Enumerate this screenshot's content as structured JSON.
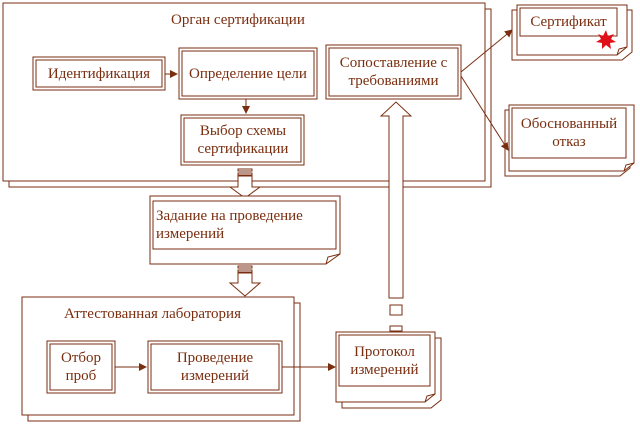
{
  "org": {
    "title": "Орган сертификации",
    "identification": "Идентификация",
    "goal": "Определение цели",
    "scheme": "Выбор схемы сертификации",
    "comparison": "Сопоставление с требованиями"
  },
  "outcomes": {
    "certificate": "Сертификат",
    "refusal": "Обоснованный отказ"
  },
  "task": "Задание на проведение измерений",
  "lab": {
    "title": "Аттестованная лаборатория",
    "sampling": "Отбор проб",
    "measuring": "Проведение измерений"
  },
  "protocol": "Протокол измерений",
  "colors": {
    "stroke": "#7a2e10",
    "seal": "#e0101a"
  }
}
